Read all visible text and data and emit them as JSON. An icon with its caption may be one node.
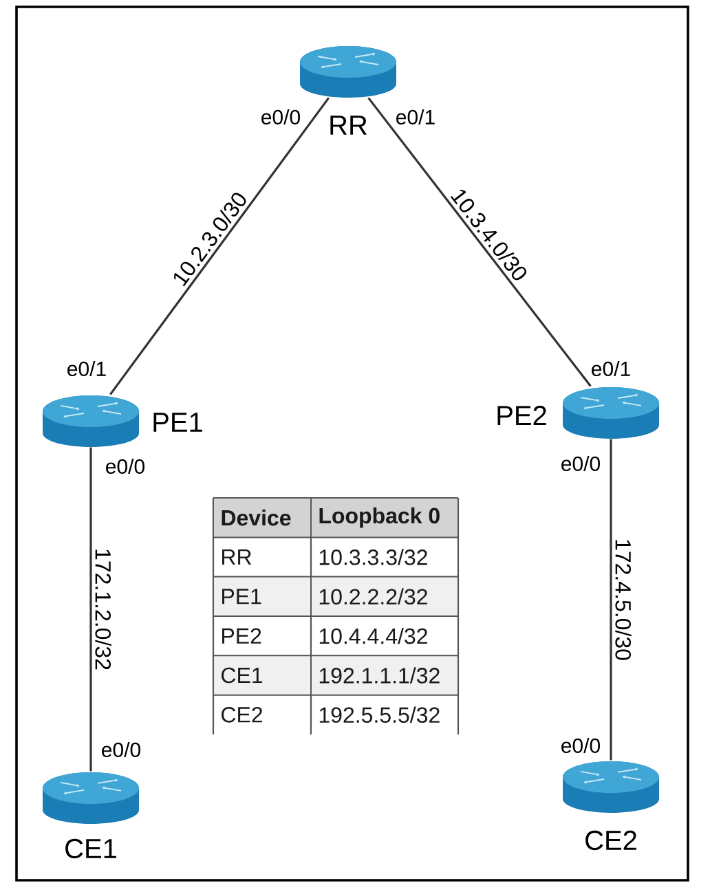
{
  "diagram": {
    "nodes": [
      {
        "text": [
          "RR"
        ],
        "beside": [
          "e0/0",
          "e0/1"
        ]
      },
      {
        "text": [
          "PE1"
        ],
        "beside": [
          "e0/1",
          "e0/0"
        ]
      },
      {
        "text": [
          "PE2"
        ],
        "beside": [
          "e0/1",
          "e0/0"
        ]
      },
      {
        "text": [
          "CE1"
        ],
        "beside": [
          "e0/0"
        ]
      },
      {
        "text": [
          "CE2"
        ],
        "beside": [
          "e0/0"
        ]
      }
    ],
    "edges": [
      {
        "from": 0,
        "to": 1,
        "arrow": "none",
        "label": "10.2.3.0/30"
      },
      {
        "from": 0,
        "to": 2,
        "arrow": "none",
        "label": "10.3.4.0/30"
      },
      {
        "from": 1,
        "to": 3,
        "arrow": "none",
        "label": "172.1.2.0/32"
      },
      {
        "from": 2,
        "to": 4,
        "arrow": "none",
        "label": "172.4.5.0/30"
      }
    ],
    "labels": [
      "Device",
      "Loopback 0",
      "RR",
      "10.3.3.3/32",
      "PE1",
      "10.2.2.2/32",
      "PE2",
      "10.4.4.4/32",
      "CE1",
      "192.1.1.1/32",
      "CE2",
      "192.5.5.5/32"
    ]
  }
}
